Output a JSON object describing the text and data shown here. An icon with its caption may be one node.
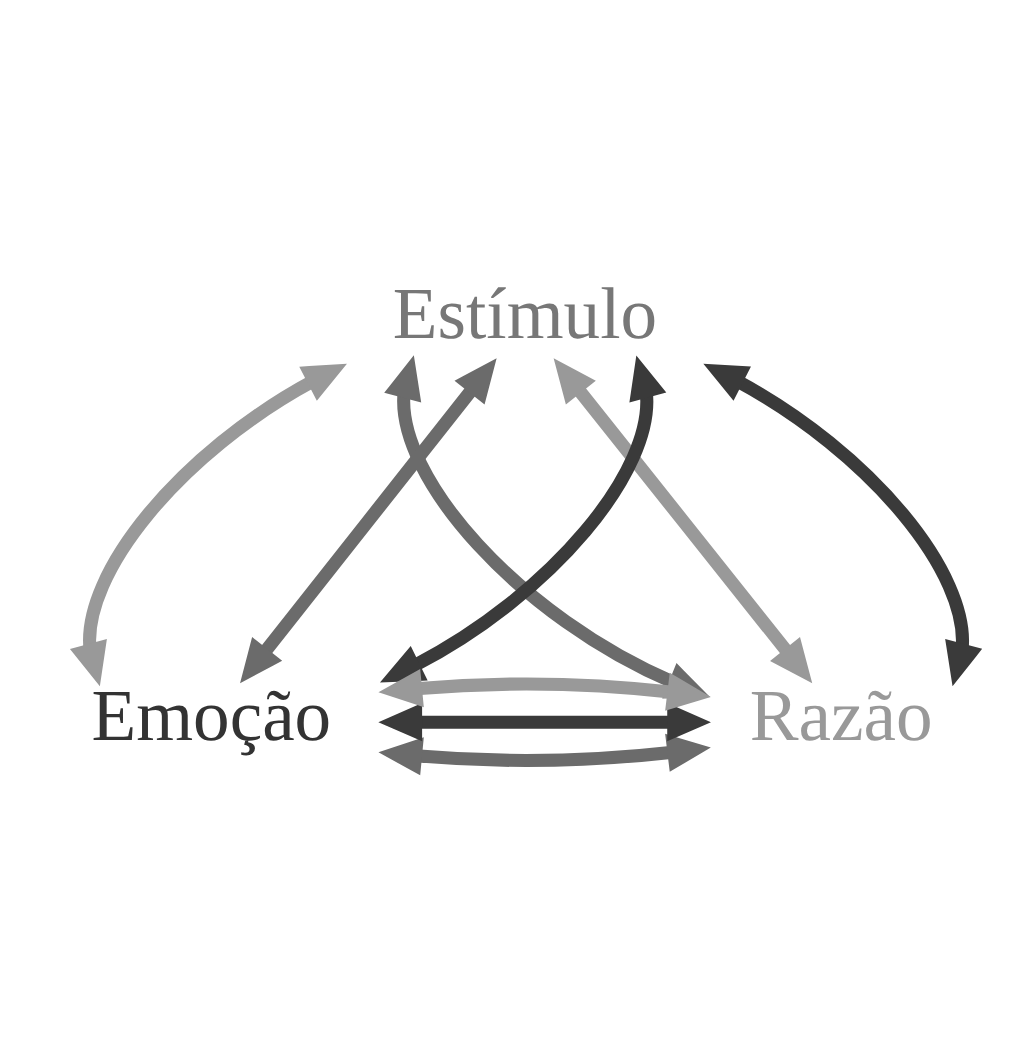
{
  "diagram": {
    "nodes": [
      {
        "text": [
          "Estímulo"
        ]
      },
      {
        "text": [
          "Emoção"
        ]
      },
      {
        "text": [
          "Razão"
        ]
      }
    ],
    "edges": [
      {
        "from": 1,
        "to": 0,
        "arrow": "both",
        "color": "#999999"
      },
      {
        "from": 1,
        "to": 0,
        "arrow": "both",
        "color": "#6b6b6b"
      },
      {
        "from": 1,
        "to": 0,
        "arrow": "both",
        "color": "#3a3a3a"
      },
      {
        "from": 0,
        "to": 2,
        "arrow": "both",
        "color": "#6b6b6b"
      },
      {
        "from": 0,
        "to": 2,
        "arrow": "both",
        "color": "#999999"
      },
      {
        "from": 0,
        "to": 2,
        "arrow": "both",
        "color": "#3a3a3a"
      },
      {
        "from": 1,
        "to": 2,
        "arrow": "both",
        "color": "#6b6b6b"
      },
      {
        "from": 1,
        "to": 2,
        "arrow": "both",
        "color": "#3a3a3a"
      },
      {
        "from": 1,
        "to": 2,
        "arrow": "both",
        "color": "#999999"
      }
    ]
  }
}
